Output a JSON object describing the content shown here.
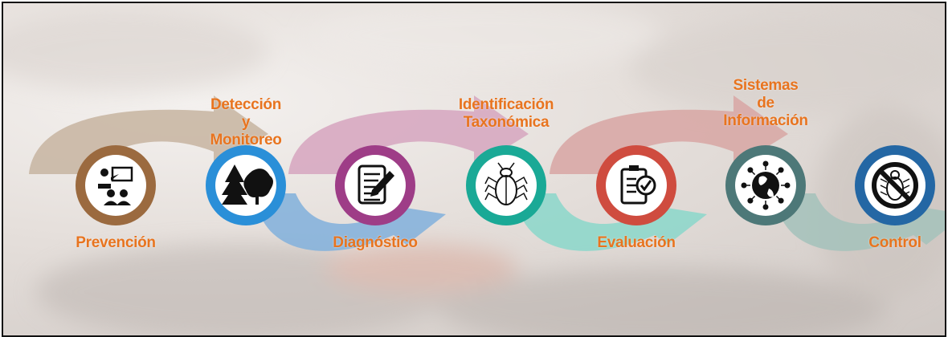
{
  "stages": [
    {
      "id": "prevencion",
      "label": "Prevención",
      "icon": "teacher-classroom-icon",
      "ring_color": "#9b6a3f"
    },
    {
      "id": "deteccion",
      "label": "Detección\ny\nMonitoreo",
      "icon": "forest-trees-icon",
      "ring_color": "#2a8fd8"
    },
    {
      "id": "diagnostico",
      "label": "Diagnóstico",
      "icon": "document-edit-icon",
      "ring_color": "#9e3d87"
    },
    {
      "id": "identificacion",
      "label": "Identificación\nTaxonómica",
      "icon": "beetle-icon",
      "ring_color": "#1aa996"
    },
    {
      "id": "evaluacion",
      "label": "Evaluación",
      "icon": "checklist-clipboard-icon",
      "ring_color": "#cf4c3f"
    },
    {
      "id": "sistemas",
      "label": "Sistemas\nde\nInformación",
      "icon": "globe-network-icon",
      "ring_color": "#4d7878"
    },
    {
      "id": "control",
      "label": "Control",
      "icon": "no-pest-icon",
      "ring_color": "#2467a4"
    }
  ],
  "colors": {
    "label": "#e8741f",
    "arrow_tan": "#c9b7a4",
    "arrow_blue": "#86b3dc",
    "arrow_pink": "#d7a8c1",
    "arrow_teal": "#8fd7cb",
    "arrow_rose": "#d8a8a6",
    "arrow_sage": "#a6c2bb"
  }
}
